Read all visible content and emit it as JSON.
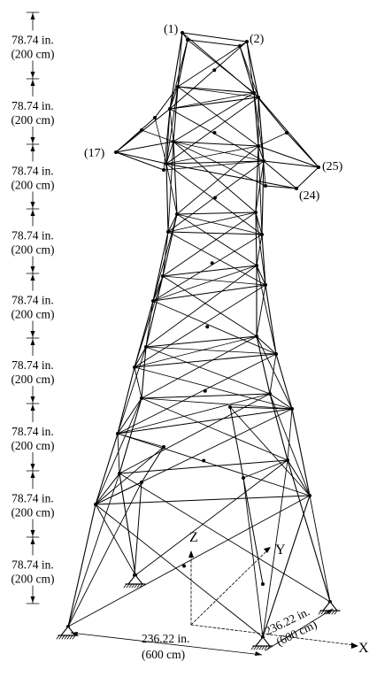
{
  "diagram": {
    "dimension_labels": {
      "segment_in": "78.74 in.",
      "segment_cm": "(200 cm)"
    },
    "segment_count": 9,
    "node_labels": {
      "n1": "(1)",
      "n2": "(2)",
      "n17": "(17)",
      "n24": "(24)",
      "n25": "(25)"
    },
    "axes": {
      "x": "X",
      "y": "Y",
      "z": "Z"
    },
    "base_dims": {
      "front_in": "236.22 in.",
      "front_cm": "(600 cm)",
      "side_in": "236.22 in.",
      "side_cm": "(600 cm)"
    }
  }
}
